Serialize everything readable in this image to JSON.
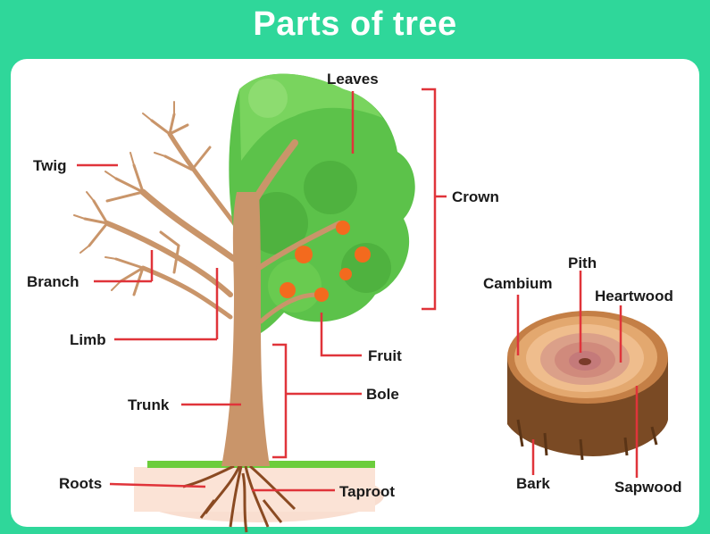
{
  "title": "Parts of tree",
  "colors": {
    "frame": "#2fd79a",
    "leader_line": "#e0343a",
    "leaves": "#5cc24a",
    "trunk": "#c9956a",
    "fruit": "#f36a1e",
    "wood_ring": "#e3a86f",
    "pith": "#c47a7a",
    "bark": "#7a4a24"
  },
  "labels": {
    "leaves": "Leaves",
    "twig": "Twig",
    "crown": "Crown",
    "branch": "Branch",
    "limb": "Limb",
    "fruit": "Fruit",
    "trunk": "Trunk",
    "bole": "Bole",
    "roots": "Roots",
    "taproot": "Taproot",
    "pith": "Pith",
    "cambium": "Cambium",
    "heartwood": "Heartwood",
    "bark": "Bark",
    "sapwood": "Sapwood"
  }
}
